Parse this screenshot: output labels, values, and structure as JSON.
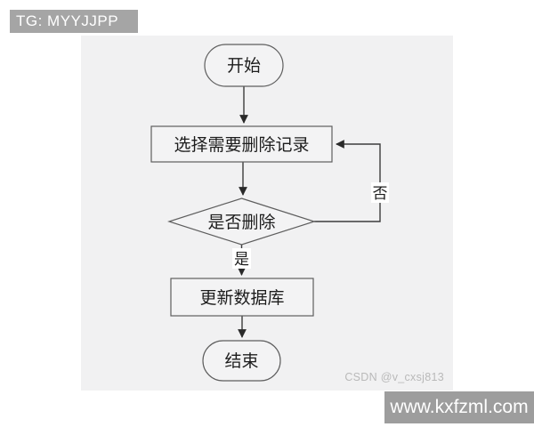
{
  "badge": {
    "label": "TG: MYYJJPP"
  },
  "flowchart": {
    "title": "delete-record-flowchart",
    "nodes": {
      "start": "开始",
      "select_record": "选择需要删除记录",
      "decision": "是否删除",
      "update_db": "更新数据库",
      "end": "结束"
    },
    "edge_labels": {
      "yes": "是",
      "no": "否"
    },
    "flow": [
      "开始 -> 选择需要删除记录",
      "选择需要删除记录 -> 是否删除",
      "是否删除 -否-> 选择需要删除记录",
      "是否删除 -是-> 更新数据库",
      "更新数据库 -> 结束"
    ]
  },
  "watermark": {
    "label": "CSDN @v_cxsj813"
  },
  "footer": {
    "label": "www.kxfzml.com"
  },
  "colors": {
    "badge_bg": "#a5a5a5",
    "footer_bg": "#9d9d9d",
    "canvas_bg": "#f1f1f2",
    "line": "#3c3c3c",
    "shape_border": "#5e5e5e",
    "node_text": "#1d1d1d",
    "watermark_text": "#b9b9b9"
  }
}
